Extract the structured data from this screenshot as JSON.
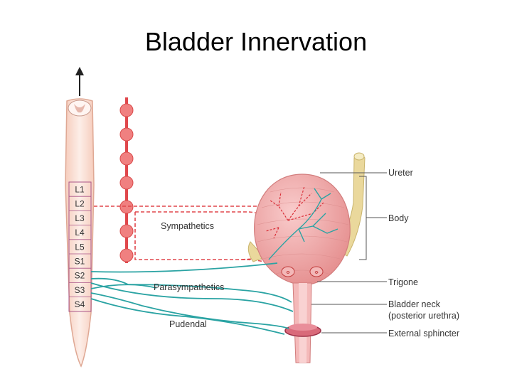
{
  "title": "Bladder Innervation",
  "spinal_segments": [
    "L1",
    "L2",
    "L3",
    "L4",
    "L5",
    "S1",
    "S2",
    "S3",
    "S4"
  ],
  "labels": {
    "sympathetics": "Sympathetics",
    "parasympathetics": "Parasympathetics",
    "pudendal": "Pudendal",
    "ureter": "Ureter",
    "body": "Body",
    "trigone": "Trigone",
    "bladder_neck": "Bladder neck",
    "posterior_urethra": "(posterior urethra)",
    "external_sphincter": "External sphincter"
  },
  "colors": {
    "sympathetic": "#e0474c",
    "parasympathetic": "#2aa3a3",
    "spinal_cord": "#fbe3da",
    "bladder": "#f2a7a7",
    "ureter": "#e8d79a"
  }
}
